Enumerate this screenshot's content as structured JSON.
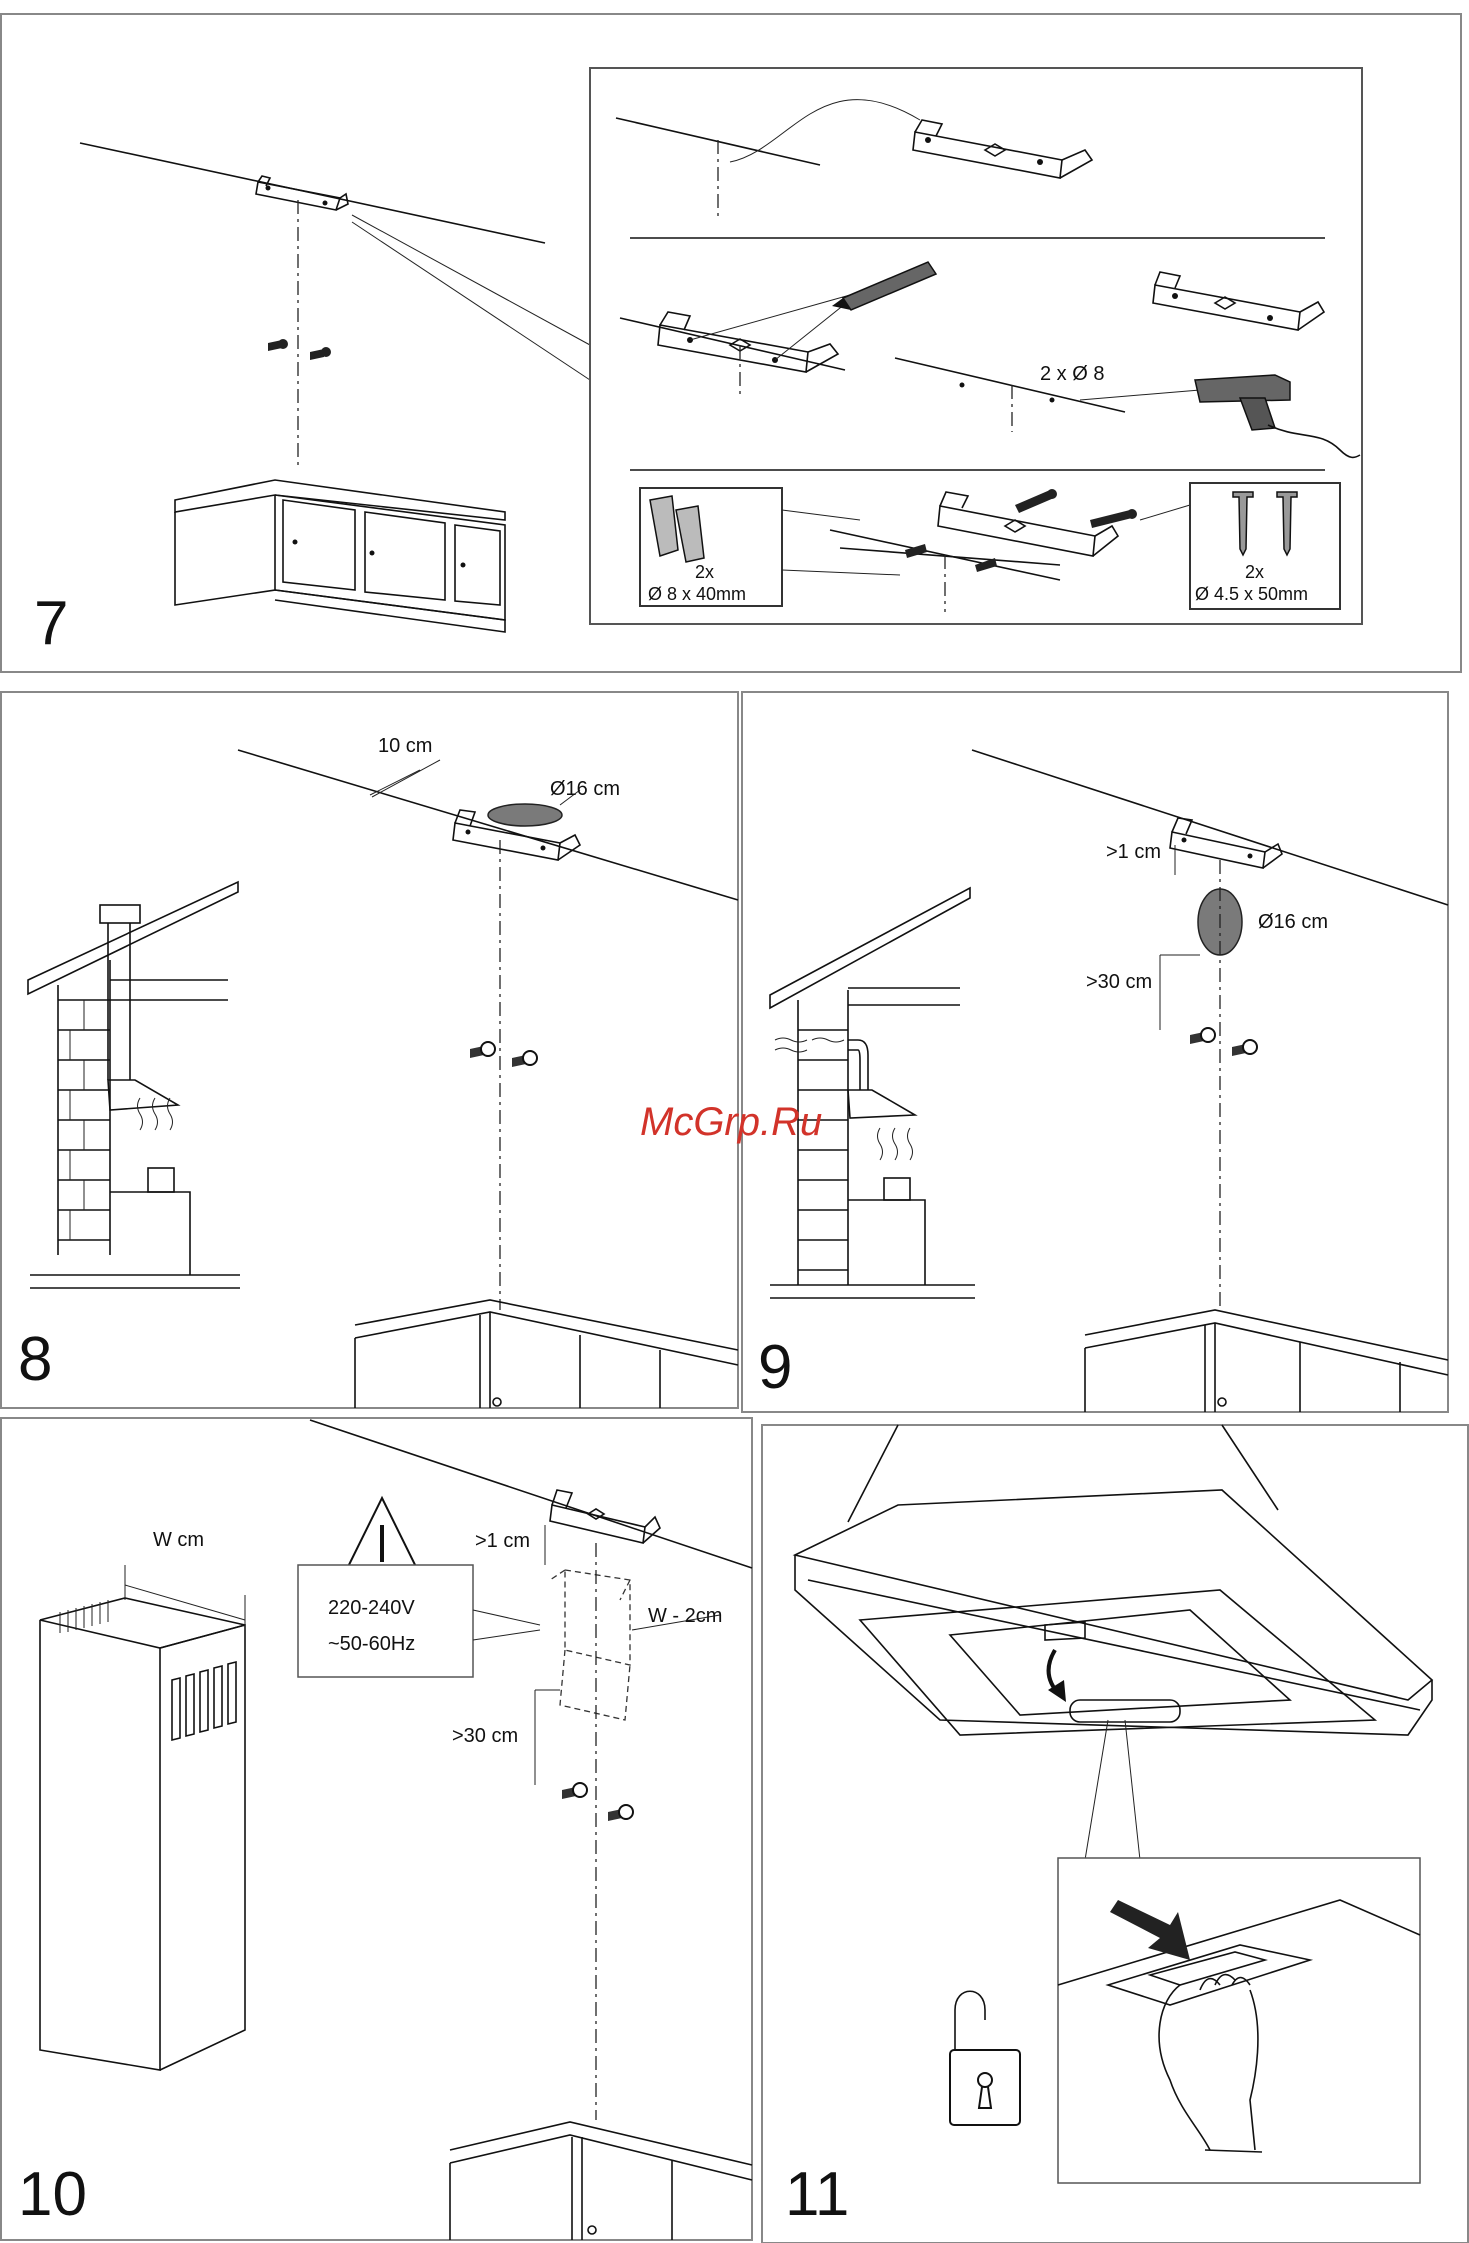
{
  "steps": [
    {
      "number": "7",
      "labels": {
        "drill_size": "2 x Ø 8",
        "plugs_qty": "2x",
        "plugs_size": "Ø 8 x 40mm",
        "screws_qty": "2x",
        "screws_size": "Ø 4.5 x 50mm"
      }
    },
    {
      "number": "8",
      "labels": {
        "offset": "10 cm",
        "diameter": "Ø16 cm"
      }
    },
    {
      "number": "9",
      "labels": {
        "gap": ">1 cm",
        "diameter": "Ø16 cm",
        "distance": ">30 cm"
      }
    },
    {
      "number": "10",
      "labels": {
        "width": "W cm",
        "gap": ">1 cm",
        "voltage": "220-240V",
        "frequency": "~50-60Hz",
        "box_width": "W - 2cm",
        "distance": ">30 cm"
      }
    },
    {
      "number": "11",
      "labels": {}
    }
  ],
  "icons": [
    "warning-icon",
    "unlock-icon",
    "drill-icon",
    "hand-icon",
    "arrow-icon",
    "pencil-icon",
    "screw-icon",
    "wall-plug-icon",
    "bracket-icon"
  ],
  "watermark": "McGrp.Ru"
}
